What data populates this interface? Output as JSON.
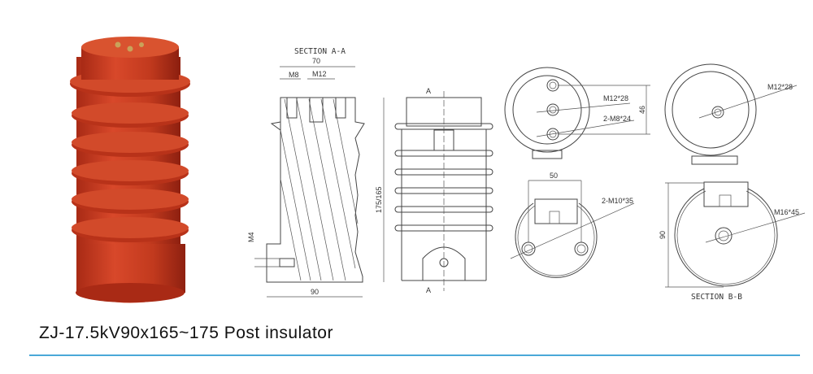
{
  "caption": "ZJ-17.5kV90x165~175 Post insulator",
  "colors": {
    "insulator": "#c63b20",
    "rule": "#4aa8d8"
  },
  "drawing": {
    "section_aa": "SECTION  A-A",
    "dim_70": "70",
    "dim_m8": "M8",
    "dim_m12": "M12",
    "dim_m4": "M4",
    "dim_90_bottom": "90",
    "dim_height": "175/165",
    "marker_a_top": "A",
    "marker_a_bottom": "A",
    "top_m12": "M12*28",
    "top_m8": "2-M8*24",
    "dim_46": "46",
    "top2_m12": "M12*28",
    "dim_50": "50",
    "bottom_m10": "2-M10*35",
    "bottom2_m16": "M16*45",
    "dim_90_side": "90",
    "section_bb": "SECTION  B-B"
  }
}
